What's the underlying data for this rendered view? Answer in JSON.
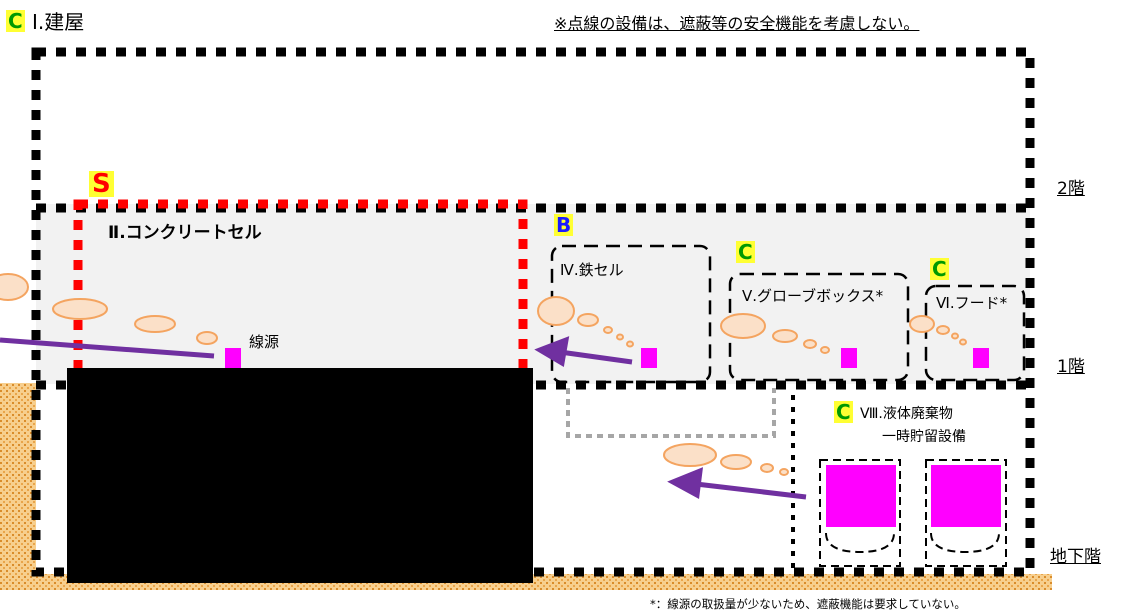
{
  "header": {
    "building_badge": "C",
    "building_title": "Ⅰ.建屋",
    "note": "※点線の設備は、遮蔽等の安全機能を考慮しない。"
  },
  "floors": {
    "second": "2階",
    "first": "1階",
    "basement": "地下階"
  },
  "facilities": {
    "concrete_cell": {
      "badge": "S",
      "label": "Ⅱ.コンクリートセル",
      "source_label": "線源"
    },
    "iron_cell": {
      "badge": "B",
      "label": "Ⅳ.鉄セル"
    },
    "glove_box": {
      "badge": "C",
      "label": "Ⅴ.グローブボックス*"
    },
    "hood": {
      "badge": "C",
      "label": "Ⅵ.フード*"
    },
    "liquid_waste": {
      "badge": "C",
      "label_line1": "Ⅷ.液体廃棄物",
      "label_line2": "一時貯留設備"
    }
  },
  "footnote": "*：線源の取扱量が少ないため、遮蔽機能は要求していない。",
  "colors": {
    "source": "#ff00ff",
    "arrow": "#7030a0",
    "cloud_fill": "#fbe0c8",
    "cloud_stroke": "#f4a460",
    "concrete_cell_border": "#ff0000",
    "ground": "#e8a33a"
  }
}
